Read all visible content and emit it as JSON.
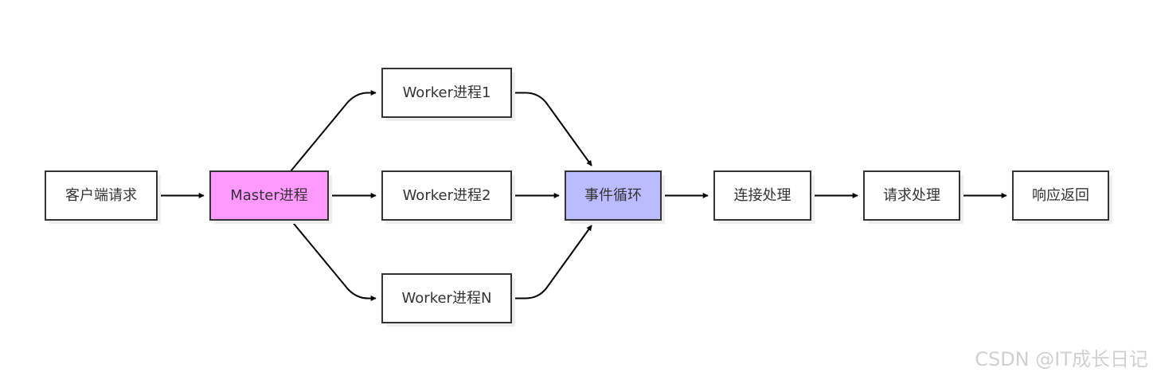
{
  "diagram": {
    "nodes": [
      {
        "id": "client",
        "label": "客户端请求",
        "fill": "#ffffff"
      },
      {
        "id": "master",
        "label": "Master进程",
        "fill": "#ff99ff"
      },
      {
        "id": "w1",
        "label": "Worker进程1",
        "fill": "#ffffff"
      },
      {
        "id": "w2",
        "label": "Worker进程2",
        "fill": "#ffffff"
      },
      {
        "id": "wn",
        "label": "Worker进程N",
        "fill": "#ffffff"
      },
      {
        "id": "loop",
        "label": "事件循环",
        "fill": "#bbbbff"
      },
      {
        "id": "conn",
        "label": "连接处理",
        "fill": "#ffffff"
      },
      {
        "id": "req",
        "label": "请求处理",
        "fill": "#ffffff"
      },
      {
        "id": "resp",
        "label": "响应返回",
        "fill": "#ffffff"
      }
    ],
    "edges": [
      {
        "from": "client",
        "to": "master"
      },
      {
        "from": "master",
        "to": "w1"
      },
      {
        "from": "master",
        "to": "w2"
      },
      {
        "from": "master",
        "to": "wn"
      },
      {
        "from": "w1",
        "to": "loop"
      },
      {
        "from": "w2",
        "to": "loop"
      },
      {
        "from": "wn",
        "to": "loop"
      },
      {
        "from": "loop",
        "to": "conn"
      },
      {
        "from": "conn",
        "to": "req"
      },
      {
        "from": "req",
        "to": "resp"
      }
    ]
  },
  "watermark": "CSDN @IT成长日记"
}
